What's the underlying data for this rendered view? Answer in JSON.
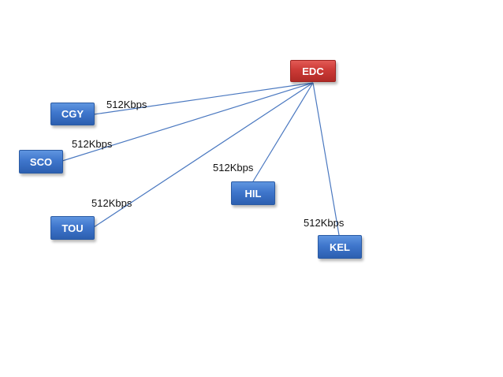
{
  "nodes": {
    "edc": {
      "label": "EDC",
      "color": "#cc3a36"
    },
    "cgy": {
      "label": "CGY",
      "color": "#3f76cc"
    },
    "sco": {
      "label": "SCO",
      "color": "#3f76cc"
    },
    "tou": {
      "label": "TOU",
      "color": "#3f76cc"
    },
    "hil": {
      "label": "HIL",
      "color": "#3f76cc"
    },
    "kel": {
      "label": "KEL",
      "color": "#3f76cc"
    }
  },
  "links": [
    {
      "from": "EDC",
      "to": "CGY",
      "bandwidth": "512Kbps"
    },
    {
      "from": "EDC",
      "to": "SCO",
      "bandwidth": "512Kbps"
    },
    {
      "from": "EDC",
      "to": "TOU",
      "bandwidth": "512Kbps"
    },
    {
      "from": "EDC",
      "to": "HIL",
      "bandwidth": "512Kbps"
    },
    {
      "from": "EDC",
      "to": "KEL",
      "bandwidth": "512Kbps"
    }
  ],
  "colors": {
    "link_line": "#4a78c0"
  }
}
